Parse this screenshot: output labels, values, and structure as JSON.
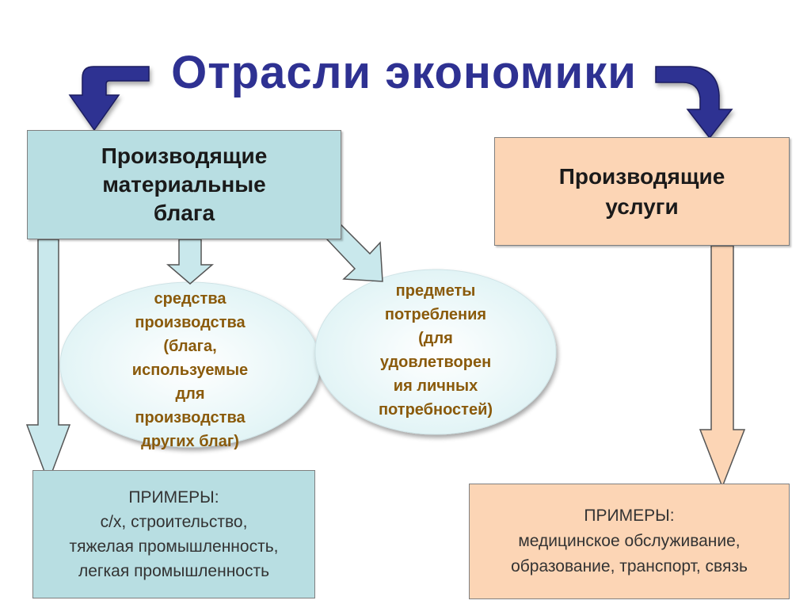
{
  "title": "Отрасли экономики",
  "material_box": {
    "lines": [
      "Производящие",
      "материальные",
      "блага"
    ]
  },
  "services_box": {
    "lines": [
      "Производящие",
      "услуги"
    ]
  },
  "means_ellipse": {
    "lines": [
      "средства",
      "производства",
      "(блага,",
      "используемые",
      "для",
      "производства",
      "других благ)"
    ]
  },
  "consumer_ellipse": {
    "lines": [
      "предметы",
      "потребления",
      "(для",
      "удовлетворен",
      "ия личных",
      "потребностей)"
    ]
  },
  "material_examples": {
    "heading": "ПРИМЕРЫ:",
    "lines": [
      "с/х, строительство,",
      "тяжелая промышленность,",
      "легкая промышленность"
    ]
  },
  "services_examples": {
    "heading": "ПРИМЕРЫ:",
    "lines": [
      "медицинское обслуживание,",
      "образование, транспорт, связь"
    ]
  },
  "colors": {
    "title": "#2e3192",
    "blue_arrow": "#2e3192",
    "material_fill": "#b8dee2",
    "services_fill": "#fcd5b5",
    "ellipse_text": "#8a5a0b"
  }
}
